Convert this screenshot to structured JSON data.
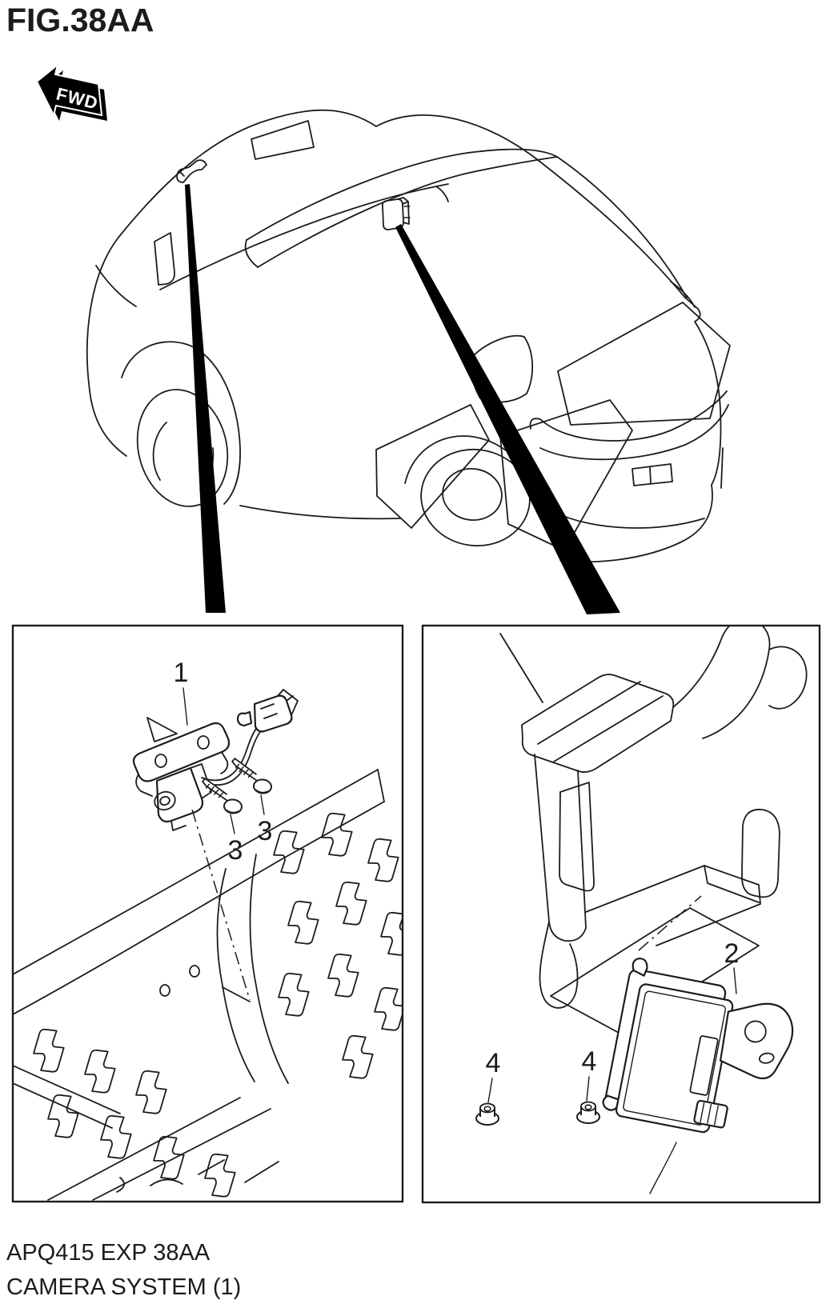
{
  "header": {
    "title": "FIG.38AA"
  },
  "fwd_marker": {
    "label": "FWD"
  },
  "callouts": {
    "camera_box": {
      "camera_ref": "1",
      "screw_ref_a": "3",
      "screw_ref_b": "3"
    },
    "module_box": {
      "module_ref": "2",
      "nut_ref_a": "4",
      "nut_ref_b": "4"
    }
  },
  "footer": {
    "code": "APQ415 EXP 38AA",
    "caption": "CAMERA SYSTEM (1)"
  },
  "colors": {
    "line": "#1c1c1c",
    "background": "#ffffff",
    "marker_fill": "#000000",
    "marker_text": "#ffffff"
  }
}
